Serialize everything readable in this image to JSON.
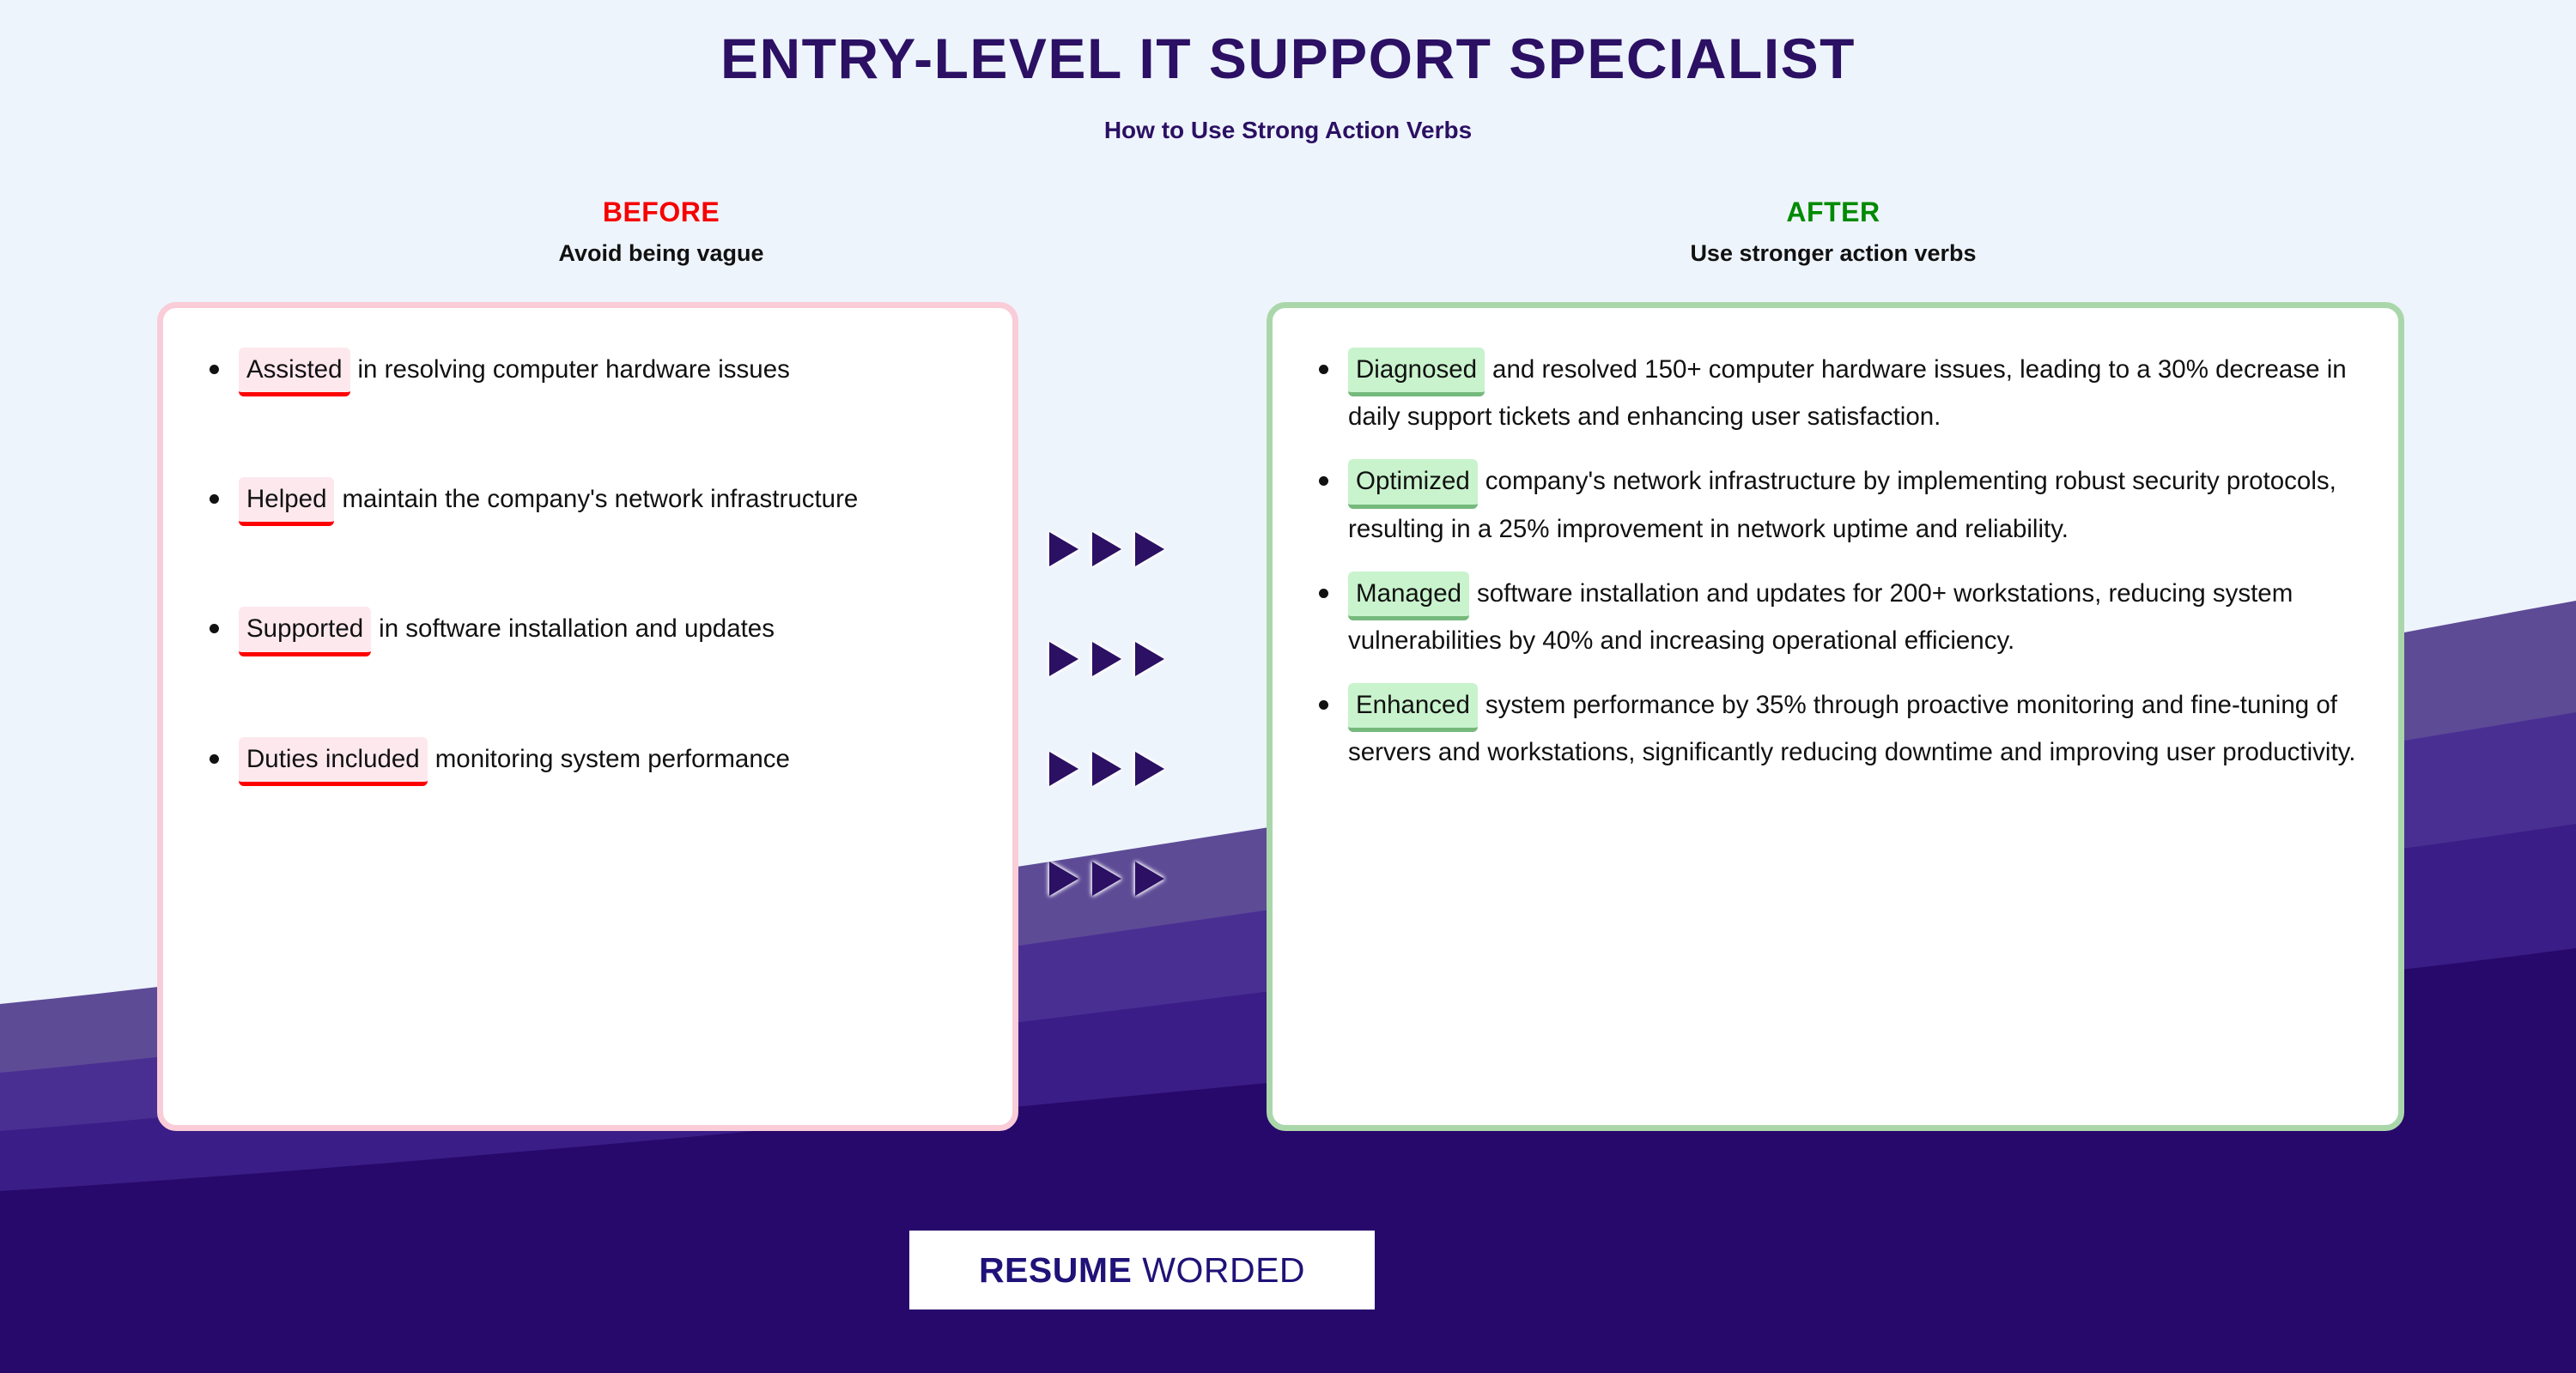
{
  "header": {
    "title": "ENTRY-LEVEL IT SUPPORT SPECIALIST",
    "subtitle": "How to Use Strong Action Verbs"
  },
  "columns": {
    "before": {
      "title": "BEFORE",
      "caption": "Avoid being vague",
      "accent_color": "#f70000",
      "border_color": "#f9ccd8",
      "highlight_color": "#fde8ee",
      "underline_color": "#ff0000",
      "bullets": [
        {
          "verb": "Assisted",
          "rest": "in resolving computer hardware issues"
        },
        {
          "verb": "Helped",
          "rest": "maintain the company's network infrastructure"
        },
        {
          "verb": "Supported",
          "rest": "in software installation and updates"
        },
        {
          "verb": "Duties included",
          "rest": "monitoring system performance"
        }
      ]
    },
    "after": {
      "title": "AFTER",
      "caption": "Use stronger action verbs",
      "accent_color": "#008a00",
      "border_color": "#aad7aa",
      "highlight_color": "#c9f3cd",
      "underline_color": "#75b97c",
      "bullets": [
        {
          "verb": "Diagnosed",
          "rest": "and resolved 150+ computer hardware issues, leading to a 30% decrease in daily support tickets and enhancing user satisfaction."
        },
        {
          "verb": "Optimized",
          "rest": "company's network infrastructure by implementing robust security protocols, resulting in a 25% improvement in network uptime and reliability."
        },
        {
          "verb": "Managed",
          "rest": "software installation and updates for 200+ workstations, reducing system vulnerabilities by 40% and increasing operational efficiency."
        },
        {
          "verb": "Enhanced",
          "rest": "system performance by 35% through proactive monitoring and fine-tuning of servers and workstations, significantly reducing downtime and improving user productivity."
        }
      ]
    }
  },
  "arrows": {
    "icon": "triangle-right-icon",
    "rows": 4,
    "per_row": 3,
    "color": "#2b1063"
  },
  "footer": {
    "logo_bold": "RESUME",
    "logo_light": "WORDED",
    "logo_color": "#1f1278",
    "background_color": "#27086b"
  },
  "theme": {
    "page_background": "#eef4fc",
    "title_color": "#2b1063",
    "wave_light": "#5d4b96",
    "wave_mid": "#4a2f93",
    "wave_dark": "#3a1d86",
    "wave_deepest": "#27086b"
  }
}
